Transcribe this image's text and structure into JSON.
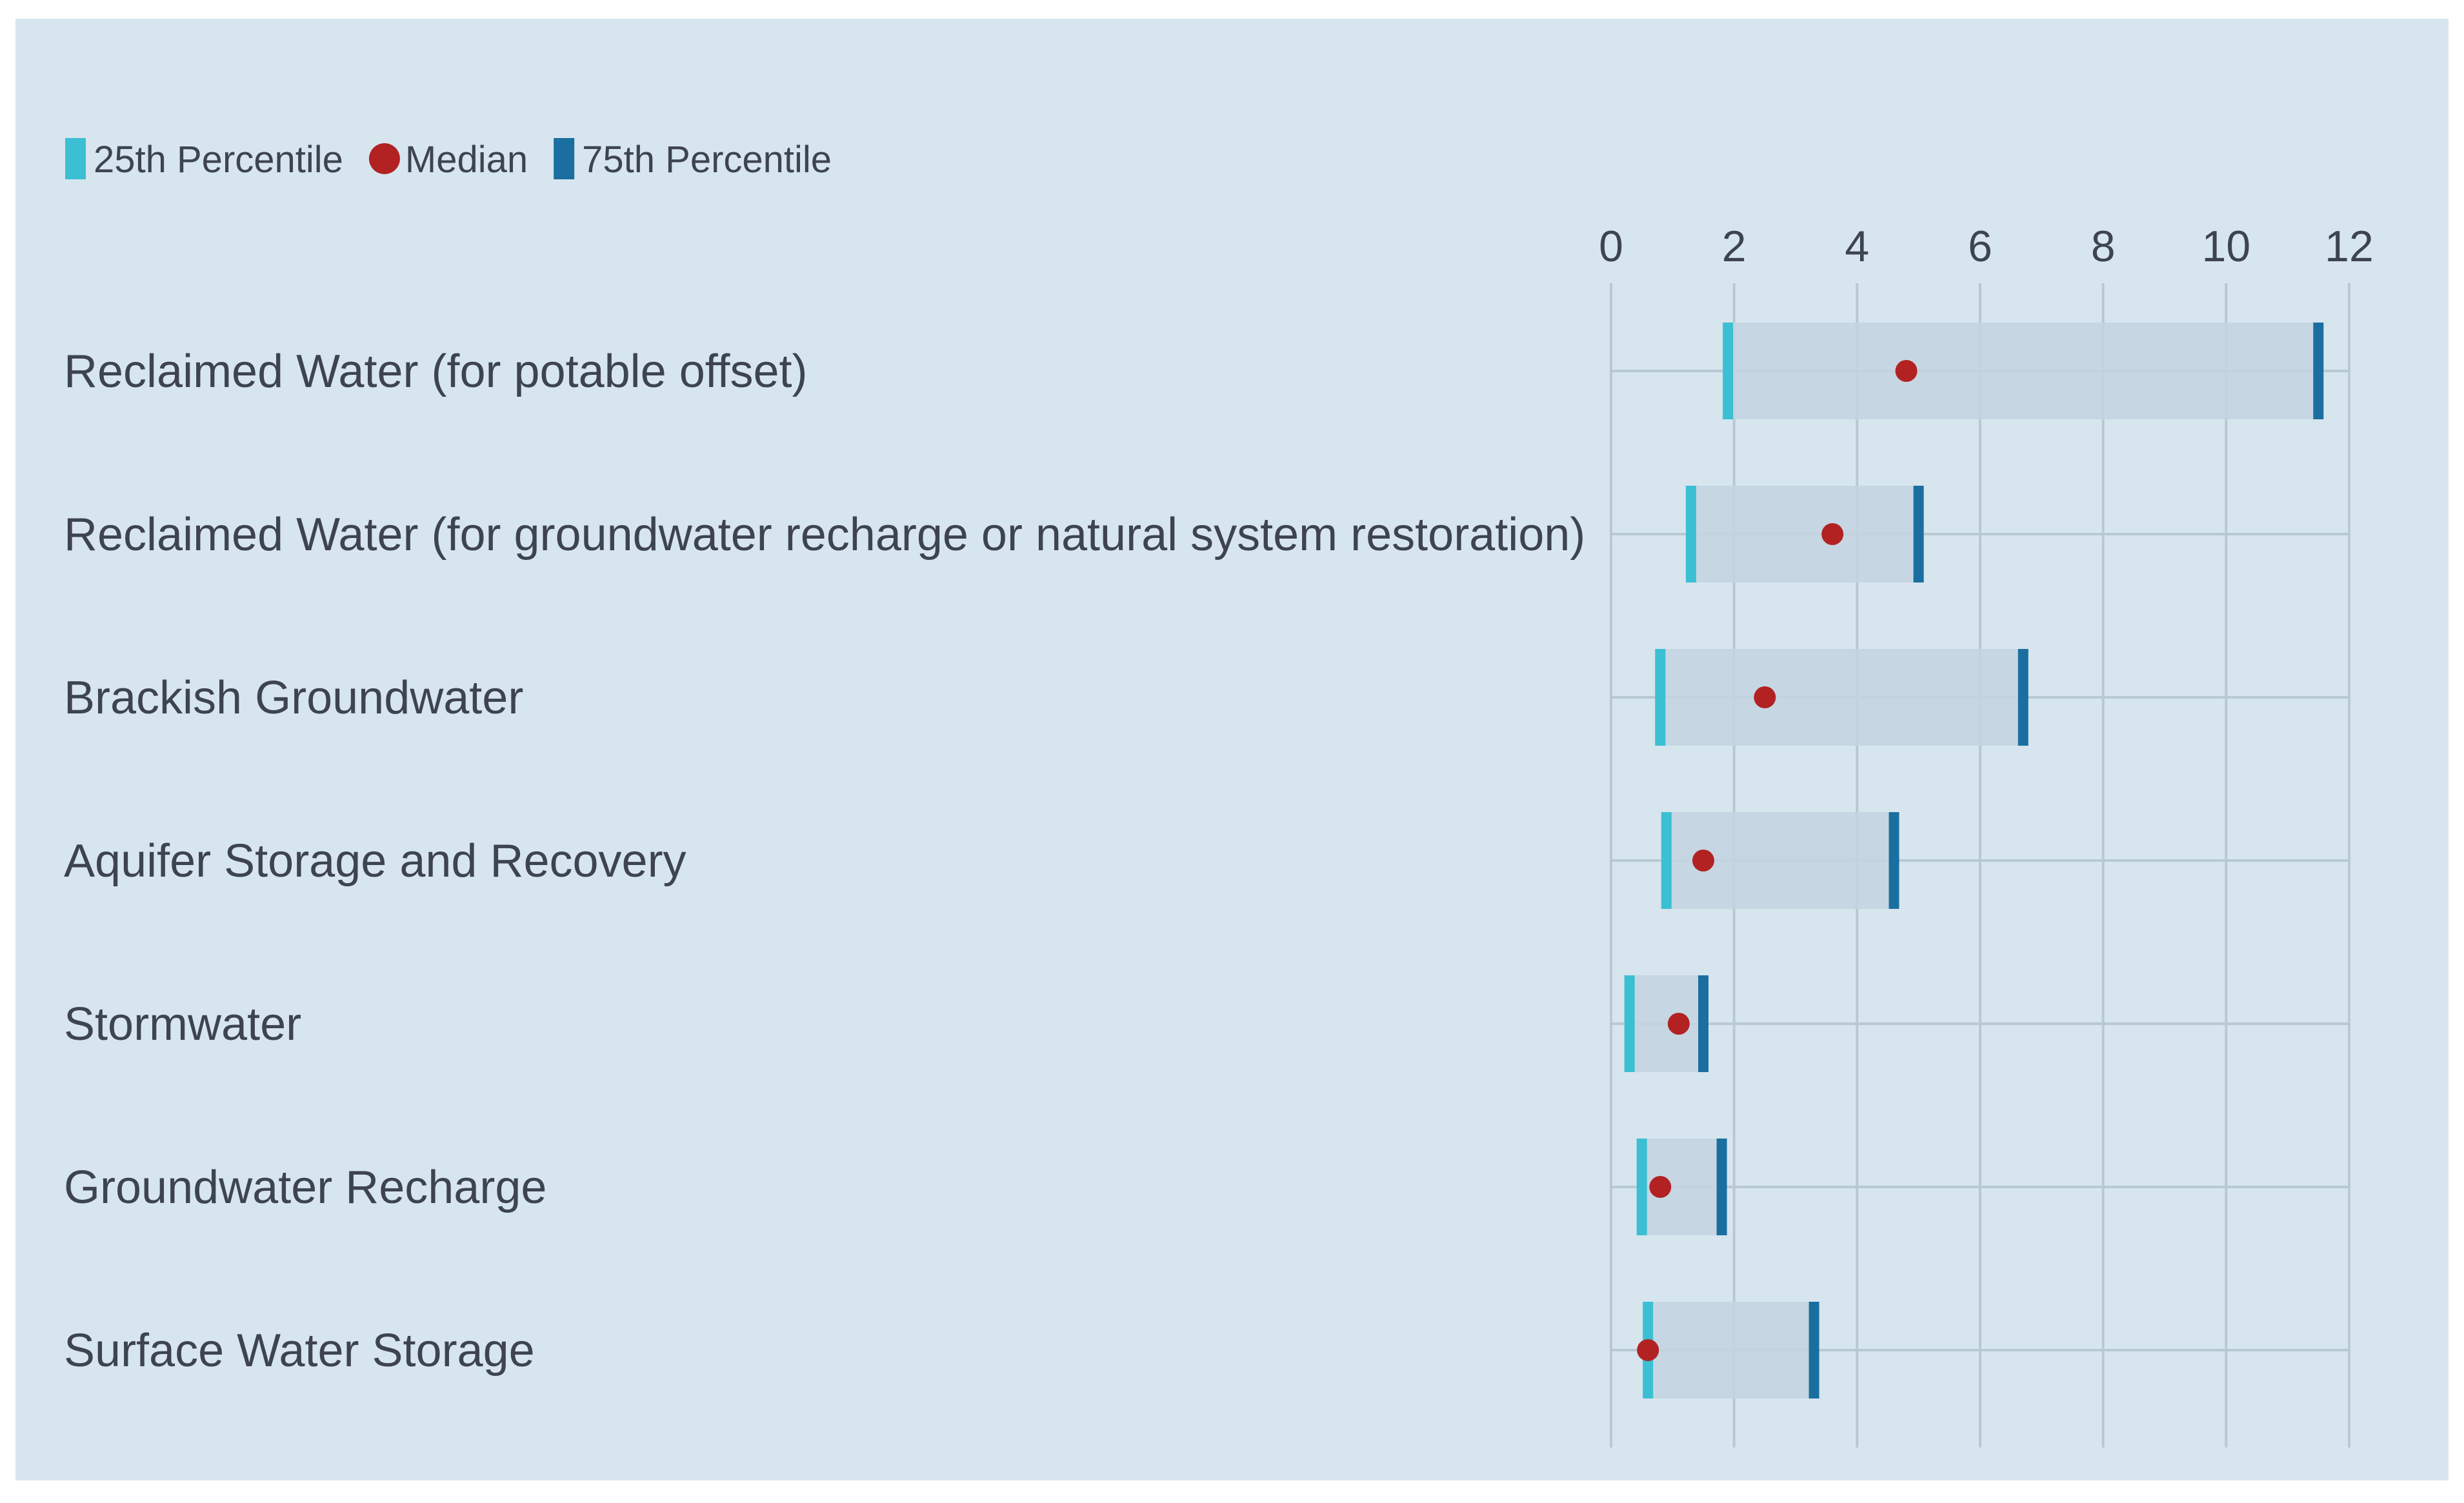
{
  "chart_data": {
    "type": "bar",
    "subtype": "range-bar with median markers",
    "title": "",
    "xlabel": "",
    "ylabel": "",
    "xlim": [
      0,
      12
    ],
    "x_ticks": [
      0,
      2,
      4,
      6,
      8,
      10,
      12
    ],
    "grid": true,
    "legend_position": "top-left",
    "legend": [
      {
        "key": "p25",
        "label": "25th Percentile",
        "marker": "bar-tick",
        "color": "#3bbfd3"
      },
      {
        "key": "median",
        "label": "Median",
        "marker": "dot",
        "color": "#b22222"
      },
      {
        "key": "p75",
        "label": "75th Percentile",
        "marker": "bar-tick",
        "color": "#1a6fa0"
      }
    ],
    "categories": [
      "Reclaimed Water (for potable offset)",
      "Reclaimed Water (for groundwater recharge or natural system restoration)",
      "Brackish Groundwater",
      "Aquifer Storage and Recovery",
      "Stormwater",
      "Groundwater Recharge",
      "Surface Water Storage"
    ],
    "series": [
      {
        "name": "25th Percentile",
        "values": [
          1.9,
          1.3,
          0.8,
          0.9,
          0.3,
          0.5,
          0.6
        ]
      },
      {
        "name": "Median",
        "values": [
          4.8,
          3.6,
          2.5,
          1.5,
          1.1,
          0.8,
          0.6
        ]
      },
      {
        "name": "75th Percentile",
        "values": [
          11.5,
          5.0,
          6.7,
          4.6,
          1.5,
          1.8,
          3.3
        ]
      }
    ],
    "colors": {
      "panel_background": "#d7e5ee",
      "range_fill": "#c3d5e0",
      "grid_line": "#b9c9d3",
      "text": "#3d4450"
    }
  }
}
